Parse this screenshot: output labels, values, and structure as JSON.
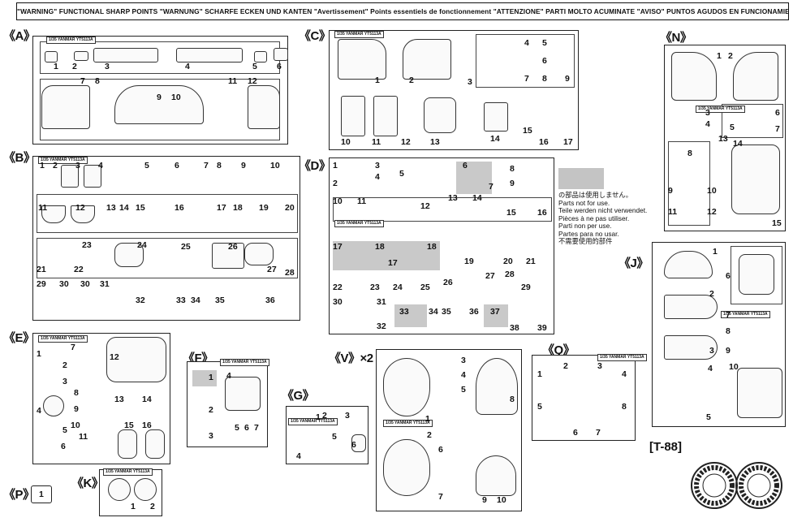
{
  "warning": "\"WARNING\"     FUNCTIONAL SHARP POINTS \"WARNUNG\"     SCHARFE ECKEN UND KANTEN \"Avertissement\" Points essentiels de fonctionnement \"ATTENZIONE\"   PARTI MOLTO ACUMINATE \"AVISO\"   PUNTOS AGUDOS EN FUNCIONAMIENTO",
  "sprue_labels": {
    "A": "《A》",
    "B": "《B》",
    "C": "《C》",
    "D": "《D》",
    "E": "《E》",
    "F": "《F》",
    "G": "《G》",
    "J": "《J》",
    "K": "《K》",
    "N": "《N》",
    "P": "《P》",
    "Q": "《Q》",
    "V": "《V》×2"
  },
  "tags": {
    "A": "1/35 YANMAR YT5113A",
    "B": "1/35 YANMAR YT5113A",
    "C": "1/35 YANMAR YT5113A",
    "D": "1/35 YANMAR YT5113A",
    "E": "1/35 YANMAR YT5113A",
    "F": "1/35 YANMAR YT5113A",
    "G": "1/35 YANMAR YT5113A",
    "J": "1/35 YANMAR YT5113A",
    "K": "1/35 YANMAR YT5113A",
    "N": "1/35 YANMAR YT5113A",
    "Q": "1/35 YANMAR YT5113A",
    "V": "1/35 YANMAR YT5113A"
  },
  "not_for_use_note": [
    "の部品は使用しません。",
    "Parts not for use.",
    "Teile werden nicht verwendet.",
    "Pièces à ne pas utiliser.",
    "Parti non per use.",
    "Partes para no usar.",
    "不需要使用的部件"
  ],
  "kit_code": "[T-88]",
  "part_numbers": {
    "A": [
      "1",
      "2",
      "3",
      "4",
      "5",
      "6",
      "7",
      "8",
      "9",
      "10",
      "11",
      "12"
    ],
    "B": [
      "1",
      "2",
      "3",
      "4",
      "5",
      "6",
      "7",
      "8",
      "9",
      "10",
      "11",
      "12",
      "13",
      "14",
      "15",
      "16",
      "17",
      "18",
      "19",
      "20",
      "21",
      "22",
      "23",
      "24",
      "25",
      "26",
      "27",
      "28",
      "29",
      "30",
      "30",
      "31",
      "32",
      "33",
      "34",
      "35",
      "36"
    ],
    "C": [
      "1",
      "2",
      "3",
      "4",
      "5",
      "6",
      "7",
      "8",
      "9",
      "10",
      "11",
      "12",
      "13",
      "14",
      "15",
      "16",
      "17"
    ],
    "D": [
      "1",
      "2",
      "3",
      "4",
      "5",
      "6",
      "7",
      "8",
      "9",
      "10",
      "11",
      "12",
      "13",
      "14",
      "15",
      "16",
      "17",
      "18",
      "17",
      "18",
      "19",
      "20",
      "21",
      "22",
      "23",
      "24",
      "25",
      "26",
      "27",
      "28",
      "29",
      "30",
      "31",
      "32",
      "33",
      "34",
      "35",
      "36",
      "37",
      "38",
      "39"
    ],
    "E": [
      "1",
      "2",
      "3",
      "4",
      "5",
      "6",
      "7",
      "8",
      "9",
      "10",
      "11",
      "12",
      "13",
      "14",
      "15",
      "16"
    ],
    "F": [
      "1",
      "2",
      "3",
      "4",
      "5",
      "6",
      "7"
    ],
    "G": [
      "1",
      "2",
      "3",
      "4",
      "5",
      "6"
    ],
    "J": [
      "1",
      "2",
      "3",
      "4",
      "5",
      "6",
      "7",
      "8",
      "9",
      "10"
    ],
    "K": [
      "1",
      "2"
    ],
    "N": [
      "1",
      "2",
      "3",
      "4",
      "5",
      "6",
      "7",
      "8",
      "9",
      "10",
      "11",
      "12",
      "13",
      "14",
      "15"
    ],
    "P": [
      "1"
    ],
    "Q": [
      "1",
      "2",
      "3",
      "4",
      "5",
      "6",
      "7",
      "8"
    ],
    "V": [
      "1",
      "2",
      "3",
      "4",
      "5",
      "6",
      "7",
      "8",
      "9",
      "10"
    ]
  }
}
